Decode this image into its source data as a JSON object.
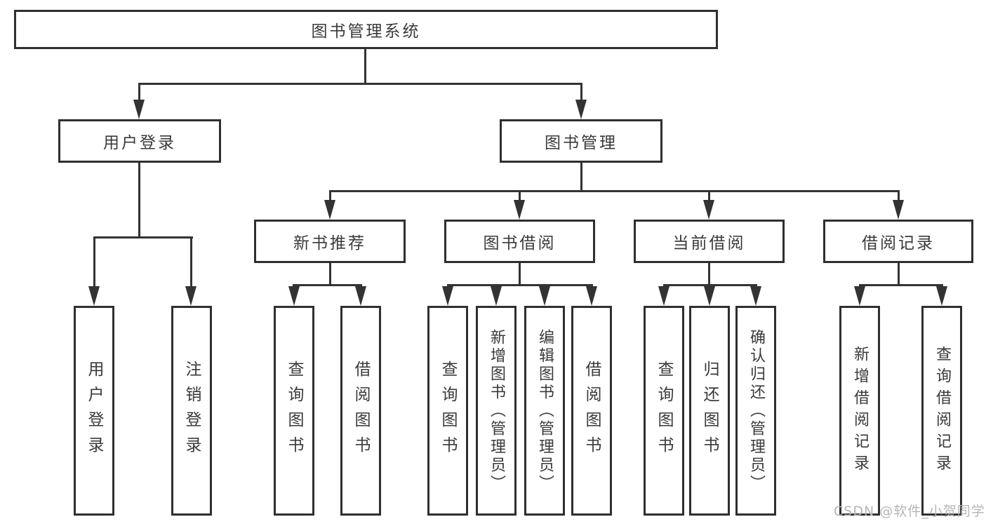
{
  "diagram": {
    "root": "图书管理系统",
    "branches": [
      {
        "label": "用户登录",
        "children": [
          "用户登录",
          "注销登录"
        ]
      },
      {
        "label": "图书管理",
        "modules": [
          {
            "label": "新书推荐",
            "children": [
              "查询图书",
              "借阅图书"
            ]
          },
          {
            "label": "图书借阅",
            "children": [
              "查询图书",
              "新增图书（管理员）",
              "编辑图书（管理员）",
              "借阅图书"
            ]
          },
          {
            "label": "当前借阅",
            "children": [
              "查询图书",
              "归还图书",
              "确认归还（管理员）"
            ]
          },
          {
            "label": "借阅记录",
            "children": [
              "新增借阅记录",
              "查询借阅记录"
            ]
          }
        ]
      }
    ]
  },
  "watermark": "CSDN @软件_小贺同学",
  "colors": {
    "border": "#2f2f2f",
    "line": "#333333",
    "text": "#3a3a3a",
    "watermark": "#b5b5b5",
    "background": "#ffffff"
  }
}
